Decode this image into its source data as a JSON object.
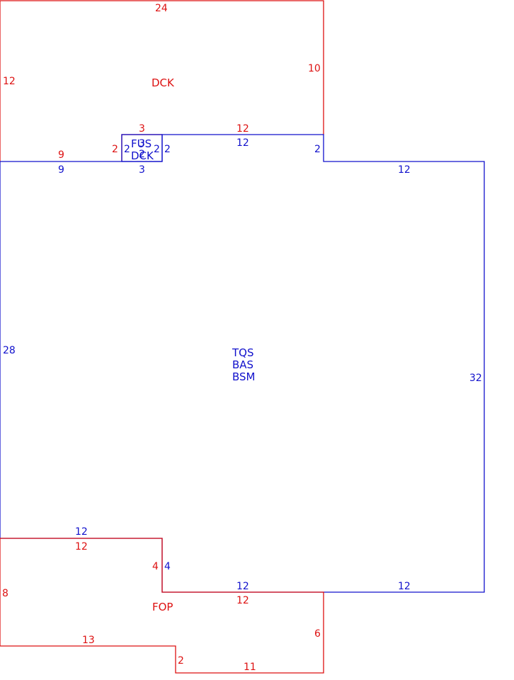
{
  "colors": {
    "red": "#dd1111",
    "blue": "#1111cc"
  },
  "areas": {
    "deck_top": "DCK",
    "small_upper": "FUS",
    "small_lower": "DCK",
    "main_line1": "TQS",
    "main_line2": "BAS",
    "main_line3": "BSM",
    "porch": "FOP"
  },
  "dimensions": {
    "deck_top_edge": "24",
    "deck_left_edge": "12",
    "deck_right_edge": "10",
    "deck_bottom_mid": "12",
    "deck_bottom_left": "9",
    "deck_notch_top": "3",
    "deck_notch_left": "2",
    "fus_top": "3",
    "fus_left": "2",
    "fus_right": "2",
    "fus_inner_left": "2",
    "fus_inner_right": "2",
    "fus_bottom": "3",
    "main_top_mid": "12",
    "main_top_left": "9",
    "main_step": "2",
    "main_top_right": "12",
    "main_left": "28",
    "main_right": "32",
    "main_bottom_left": "12",
    "main_bottom_notch": "4",
    "main_bottom_mid": "12",
    "main_bottom_right": "12",
    "porch_top_left": "12",
    "porch_notch": "4",
    "porch_top_mid": "12",
    "porch_left": "8",
    "porch_bottom_left": "13",
    "porch_step": "2",
    "porch_bottom": "11",
    "porch_right": "6"
  }
}
